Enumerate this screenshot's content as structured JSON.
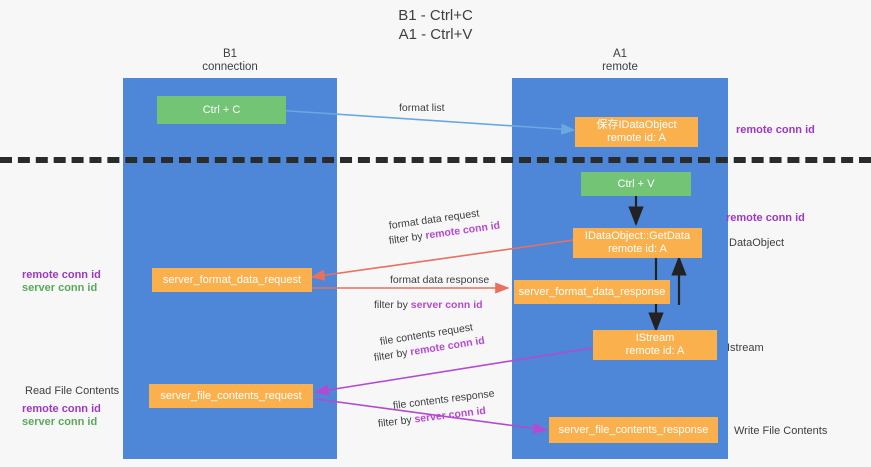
{
  "title": {
    "line1": "B1 - Ctrl+C",
    "line2": "A1 - Ctrl+V"
  },
  "lanes": [
    {
      "id": "b1",
      "name": "B1",
      "sub": "connection"
    },
    {
      "id": "a1",
      "name": "A1",
      "sub": "remote"
    }
  ],
  "colors": {
    "lane": "#4e86d8",
    "green_box": "#74c476",
    "orange_box": "#fbb04e",
    "purple": "#9c38c4",
    "magenta": "#b44ad0",
    "green_text": "#5aa85c",
    "blue_arrow": "#6aa9e0",
    "red_arrow": "#e8705f",
    "black_arrow": "#222222",
    "background": "#f7f7f7",
    "separator": "#2b2b2b"
  },
  "boxes": {
    "ctrl_c": {
      "l1": "Ctrl + C",
      "l2": ""
    },
    "ctrl_v": {
      "l1": "Ctrl + V",
      "l2": ""
    },
    "save_idataobject": {
      "l1": "保存IDataObject",
      "l2": "remote id: A"
    },
    "getdata": {
      "l1": "IDataObject::GetData",
      "l2": "remote id: A"
    },
    "istream": {
      "l1": "IStream",
      "l2": "remote id: A"
    },
    "server_format_data_request": {
      "l1": "server_format_data_request",
      "l2": ""
    },
    "server_format_data_response": {
      "l1": "server_format_data_response",
      "l2": ""
    },
    "server_file_contents_request": {
      "l1": "server_file_contents_request",
      "l2": ""
    },
    "server_file_contents_response": {
      "l1": "server_file_contents_response",
      "l2": ""
    }
  },
  "right_notes": {
    "remote_conn_id_top": "remote conn id",
    "remote_conn_id_mid": "remote conn id",
    "dataobject": "DataObject",
    "istream": "Istream",
    "write_file_contents": "Write File Contents"
  },
  "left_notes": {
    "remote_conn_id_mid": "remote conn id",
    "server_conn_id_mid": "server conn id",
    "read_file_contents": "Read File Contents",
    "remote_conn_id_bottom": "remote conn id",
    "server_conn_id_bottom": "server conn id"
  },
  "captions": {
    "format_list": "format list",
    "format_data_request": "format data request",
    "format_data_request_filter_prefix": "filter by ",
    "format_data_request_filter_value": "remote conn id",
    "format_data_response": "format data response",
    "format_data_response_filter_prefix": "filter by ",
    "format_data_response_filter_value": "server conn id",
    "file_contents_request": "file contents request",
    "file_contents_request_filter_prefix": "filter by ",
    "file_contents_request_filter_value": "remote conn id",
    "file_contents_response": "file contents response",
    "file_contents_response_filter_prefix": "filter by ",
    "file_contents_response_filter_value": "server conn id"
  }
}
